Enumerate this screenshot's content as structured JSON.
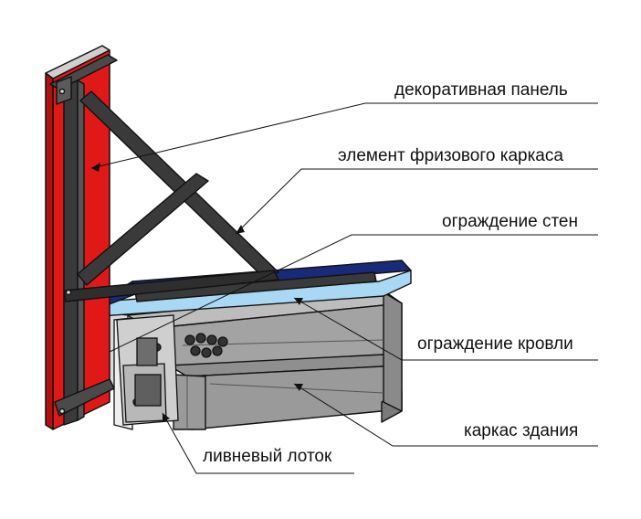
{
  "labels": {
    "decorative_panel": "декоративная панель",
    "frieze_frame_element": "элемент фризового каркаса",
    "wall_cladding": "ограждение стен",
    "roof_cladding": "ограждение кровли",
    "building_frame": "каркас здания",
    "storm_gutter": "ливневый лоток"
  },
  "colors": {
    "panel_red": "#e01818",
    "frame_steel": "#3a3a3a",
    "roof_blue": "#a8d8f4",
    "roof_dark": "#1a2a7a",
    "beam_grey": "#9c9c9c",
    "beam_light": "#c8c8c8",
    "outline": "#111111"
  }
}
